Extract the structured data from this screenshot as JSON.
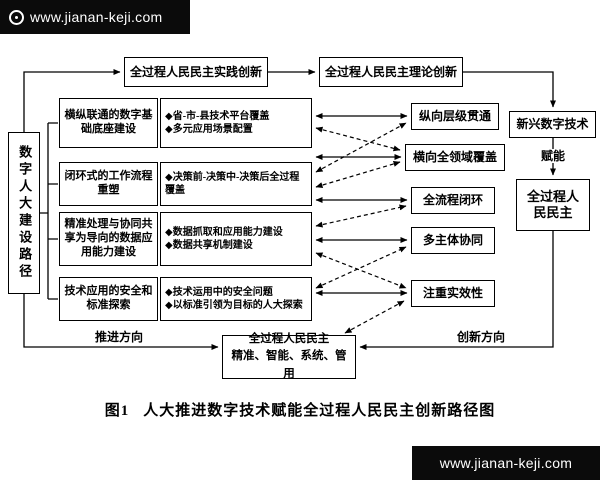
{
  "watermark": {
    "top_text": "www.jianan-keji.com",
    "bottom_text": "www.jianan-keji.com"
  },
  "diagram": {
    "left_axis": "数字人大建设路径",
    "top_flow": {
      "practice": "全过程人民民主实践创新",
      "theory": "全过程人民民主理论创新"
    },
    "categories": [
      {
        "title": "横纵联通的数字基础底座建设",
        "bullets": [
          "◆省-市-县技术平台覆盖",
          "◆多元应用场景配置"
        ]
      },
      {
        "title": "闭环式的工作流程重塑",
        "bullets": [
          "◆决策前-决策中-决策后全过程覆盖"
        ]
      },
      {
        "title": "精准处理与协同共享为导向的数据应用能力建设",
        "bullets": [
          "◆数据抓取和应用能力建设",
          "◆数据共享机制建设"
        ]
      },
      {
        "title": "技术应用的安全和标准探索",
        "bullets": [
          "◆技术运用中的安全问题",
          "◆以标准引领为目标的人大探索"
        ]
      }
    ],
    "features": [
      "纵向层级贯通",
      "横向全领域覆盖",
      "全流程闭环",
      "多主体协同",
      "注重实效性"
    ],
    "right_flow": {
      "tech": "新兴数字技术",
      "enable": "赋能",
      "democracy": "全过程人民民主"
    },
    "outcome": {
      "line1": "全过程人民民主",
      "line2": "精准、智能、系统、管用"
    },
    "directions": {
      "promote": "推进方向",
      "innovate": "创新方向"
    }
  },
  "caption": {
    "label": "图1",
    "text": "人大推进数字技术赋能全过程人民民主创新路径图"
  }
}
